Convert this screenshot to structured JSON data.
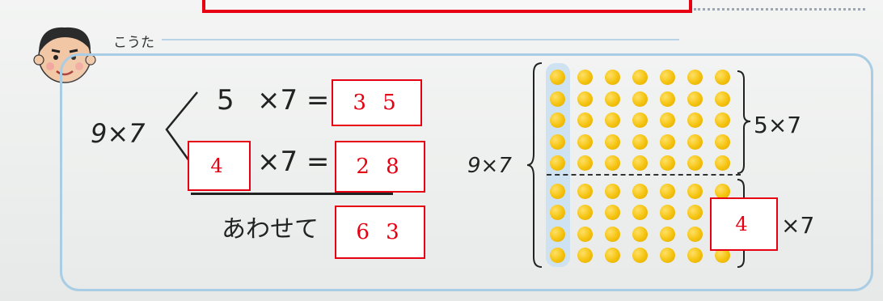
{
  "header": {
    "speaker_name": "こうた"
  },
  "left_equation": {
    "whole": "9×7",
    "row1": {
      "left": "5",
      "times": "×7 =",
      "answer": "3 5"
    },
    "row2": {
      "left": "4",
      "times": "×7 =",
      "answer": "2 8"
    },
    "total_label": "あわせて",
    "total_answer": "6 3"
  },
  "dot_diagram": {
    "whole_label": "9×7",
    "upper_label": "5×7",
    "lower_label_box": "4",
    "lower_label_rest": "×7",
    "rows": 9,
    "cols": 7,
    "upper_rows": 5,
    "dot_color": "#f4c20d"
  },
  "colors": {
    "answer_red": "#e60012",
    "panel_border": "#a9cde4"
  }
}
